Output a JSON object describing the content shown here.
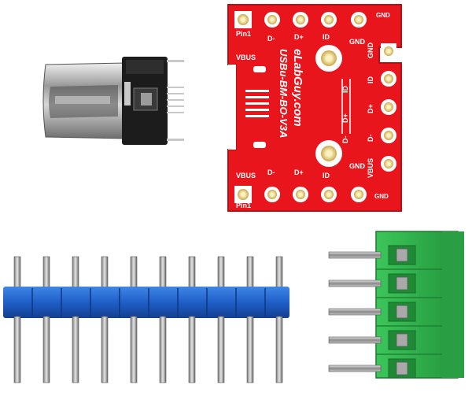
{
  "photo": {
    "background_color": "#ffffff",
    "pcb_color": "#e8161c",
    "terminal_color": "#2eae4a",
    "header_color": "#1f5fc8"
  },
  "pcb": {
    "brand": "eLabGuy.com",
    "model": "USBu-BM-BO-V3A",
    "labels": {
      "gnd": "GND",
      "pin1": "Pin1",
      "vbus": "VBUS",
      "dminus": "D-",
      "dplus": "D+",
      "id": "ID"
    }
  }
}
